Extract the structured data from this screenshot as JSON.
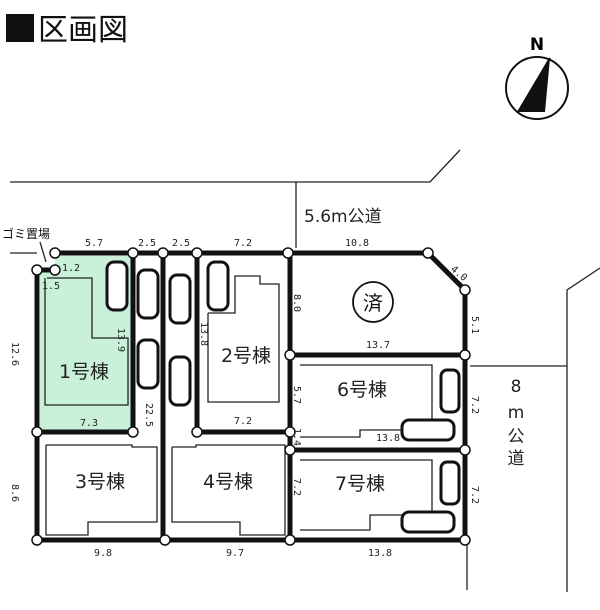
{
  "title": "区画図",
  "compass": {
    "label": "N"
  },
  "roads": {
    "north": "5.6m公道",
    "east_number": "8",
    "east_unit": "m",
    "east_kou": "公",
    "east_michi": "道"
  },
  "garbage": "ゴミ置場",
  "sold_mark": "済",
  "highlight_color": "#c9f0d8",
  "lots": [
    {
      "label": "1号棟"
    },
    {
      "label": "2号棟"
    },
    {
      "label": "3号棟"
    },
    {
      "label": "4号棟"
    },
    {
      "label": "6号棟"
    },
    {
      "label": "7号棟"
    }
  ],
  "dimensions": {
    "top_5_7": "5.7",
    "top_2_5a": "2.5",
    "top_2_5b": "2.5",
    "top_7_2": "7.2",
    "top_10_8": "10.8",
    "diag_4_0": "4.0",
    "right_5_1": "5.1",
    "sold_8_0": "8.0",
    "sold_13_7": "13.7",
    "gomi_1_2": "1.2",
    "gomi_1_5": "1.5",
    "lot1_12_6": "12.6",
    "lot1_13_9": "13.9",
    "lot1_7_3": "7.3",
    "drive_22_5": "22.5",
    "lot2_13_8": "13.8",
    "lot2_7_2": "7.2",
    "lot6_5_7": "5.7",
    "lot6_1_4": "1.4",
    "lot6_13_8": "13.8",
    "lot6_7_2": "7.2",
    "lot3_8_6": "8.6",
    "lot7_7_2a": "7.2",
    "lot7_7_2b": "7.2",
    "bottom_9_8": "9.8",
    "bottom_9_7": "9.7",
    "bottom_13_8": "13.8"
  }
}
